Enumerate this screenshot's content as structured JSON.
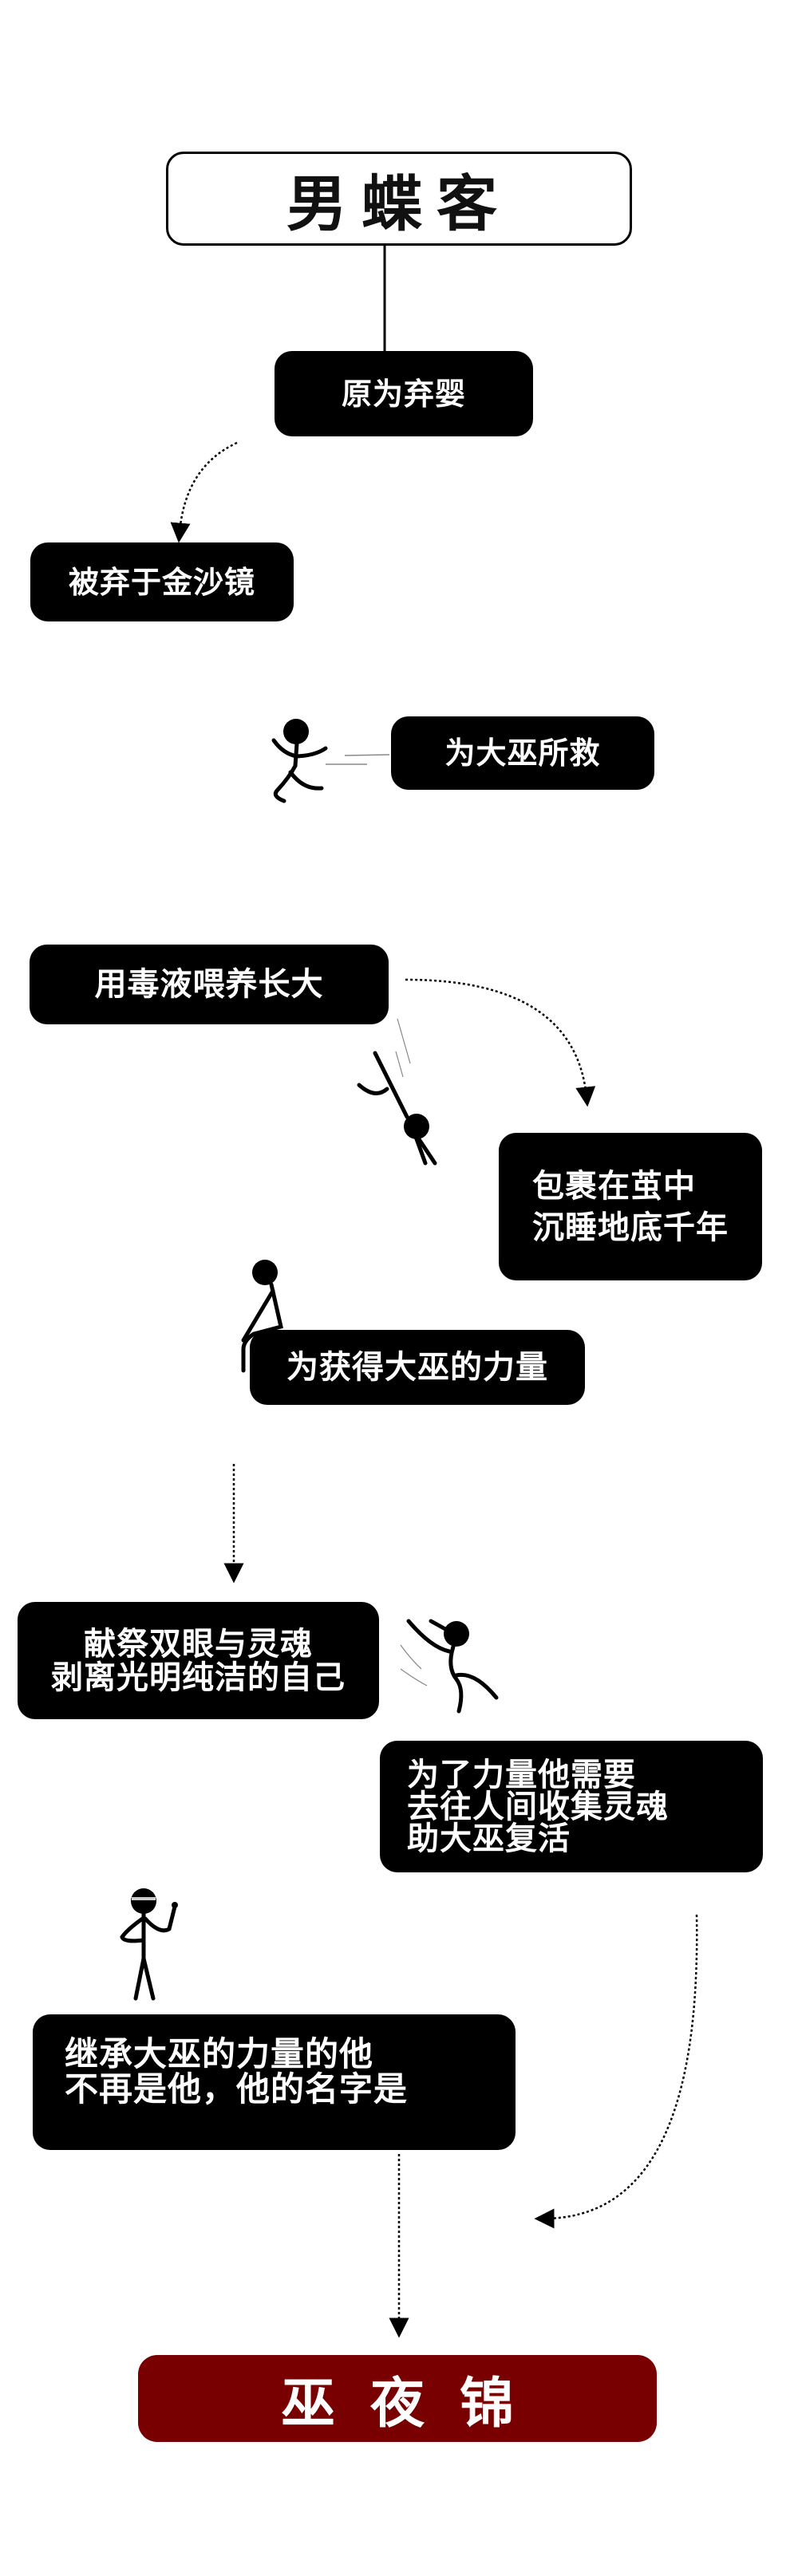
{
  "title": "男蝶客",
  "nodes": {
    "abandoned_infant": "原为弃婴",
    "mirror": "被弃于金沙镜",
    "saved": "为大巫所救",
    "poison": "用毒液喂养长大",
    "cocoon": "包裹在茧中\n沉睡地底千年",
    "power": "为获得大巫的力量",
    "sacrifice": "献祭双眼与灵魂\n剥离光明纯洁的自己",
    "collect": "为了力量他需要\n去往人间收集灵魂\n助大巫复活",
    "inherit": "继承大巫的力量的他\n不再是他，他的名字是"
  },
  "final_name": "巫夜锦",
  "colors": {
    "node_bg": "#000000",
    "final_bg": "#780000",
    "text": "#ffffff"
  },
  "icons": [
    "running-stick-figure-icon",
    "falling-stick-figure-icon",
    "sitting-stick-figure-icon",
    "jumping-stick-figure-icon",
    "blindfolded-stick-figure-icon"
  ]
}
